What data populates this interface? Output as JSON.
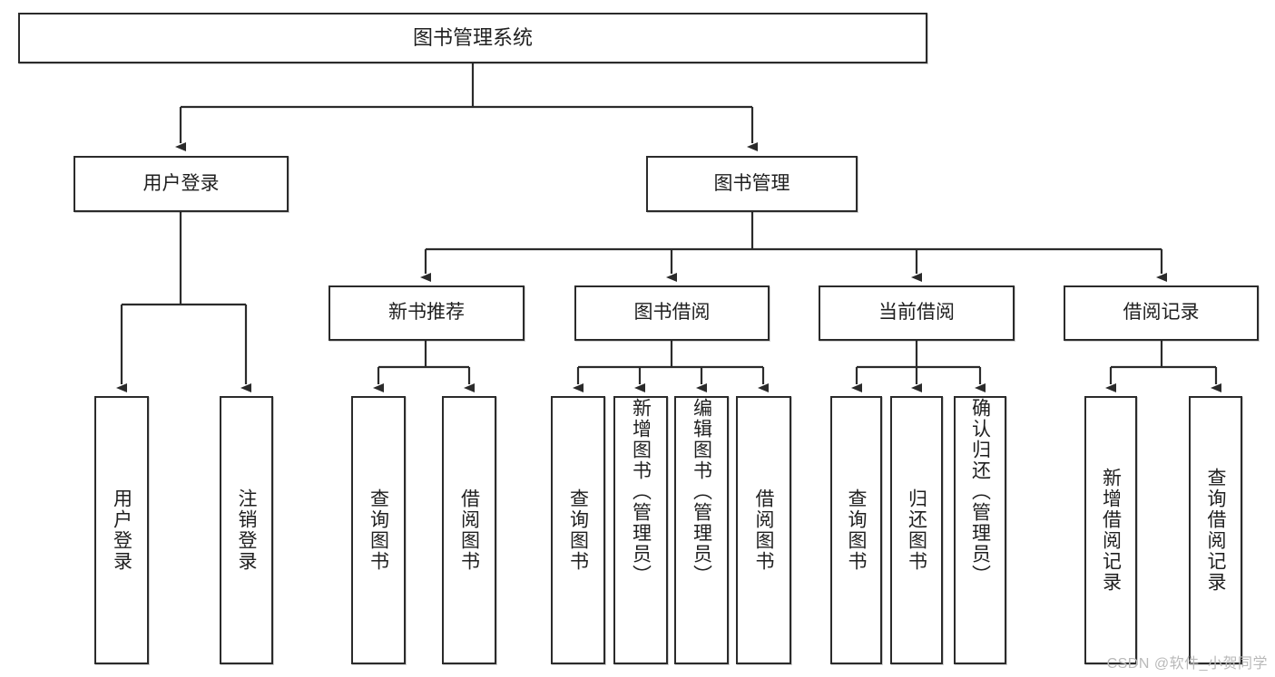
{
  "diagram": {
    "type": "tree-hierarchy",
    "title": "图书管理系统",
    "watermark": "CSDN @软件_小贺同学",
    "colors": {
      "background": "#ffffff",
      "stroke": "#2b2b2b",
      "text": "#1f1f1f",
      "watermark": "#b9b9b9"
    },
    "levels": {
      "root": {
        "label": "图书管理系统"
      },
      "level1": [
        {
          "id": "user-login",
          "label": "用户登录"
        },
        {
          "id": "book-manage",
          "label": "图书管理"
        }
      ],
      "level2": [
        {
          "id": "new-book-recommend",
          "label": "新书推荐",
          "parent": "book-manage"
        },
        {
          "id": "book-borrow",
          "label": "图书借阅",
          "parent": "book-manage"
        },
        {
          "id": "current-borrow",
          "label": "当前借阅",
          "parent": "book-manage"
        },
        {
          "id": "borrow-record",
          "label": "借阅记录",
          "parent": "book-manage"
        }
      ],
      "leaves": [
        {
          "id": "leaf-user-login",
          "label": "用户登录",
          "parent": "user-login"
        },
        {
          "id": "leaf-logout",
          "label": "注销登录",
          "parent": "user-login"
        },
        {
          "id": "leaf-query-book-1",
          "label": "查询图书",
          "parent": "new-book-recommend"
        },
        {
          "id": "leaf-borrow-book-1",
          "label": "借阅图书",
          "parent": "new-book-recommend"
        },
        {
          "id": "leaf-query-book-2",
          "label": "查询图书",
          "parent": "book-borrow"
        },
        {
          "id": "leaf-add-book",
          "label": "新增图书（管理员）",
          "parent": "book-borrow"
        },
        {
          "id": "leaf-edit-book",
          "label": "编辑图书（管理员）",
          "parent": "book-borrow"
        },
        {
          "id": "leaf-borrow-book-2",
          "label": "借阅图书",
          "parent": "book-borrow"
        },
        {
          "id": "leaf-query-book-3",
          "label": "查询图书",
          "parent": "current-borrow"
        },
        {
          "id": "leaf-return-book",
          "label": "归还图书",
          "parent": "current-borrow"
        },
        {
          "id": "leaf-confirm-return",
          "label": "确认归还（管理员）",
          "parent": "current-borrow"
        },
        {
          "id": "leaf-add-record",
          "label": "新增借阅记录",
          "parent": "borrow-record"
        },
        {
          "id": "leaf-query-record",
          "label": "查询借阅记录",
          "parent": "borrow-record"
        }
      ]
    }
  }
}
